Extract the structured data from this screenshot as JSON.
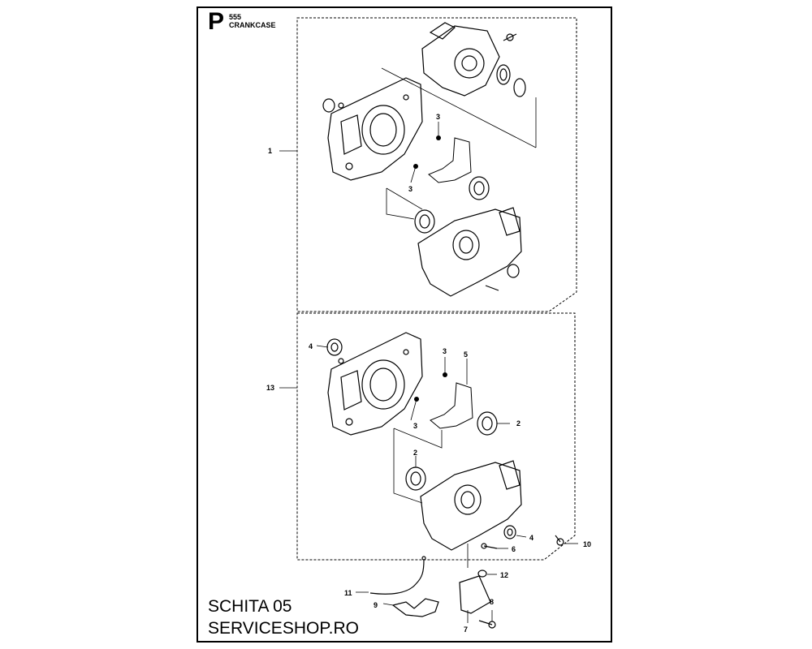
{
  "header": {
    "letter": "P",
    "model": "555",
    "title": "CRANKCASE"
  },
  "footer": {
    "schema": "SCHITA 05",
    "site": "SERVICESHOP.RO"
  },
  "callouts": [
    "1",
    "3",
    "3",
    "4",
    "3",
    "5",
    "13",
    "2",
    "3",
    "2",
    "4",
    "10",
    "6",
    "11",
    "12",
    "9",
    "8",
    "7"
  ]
}
